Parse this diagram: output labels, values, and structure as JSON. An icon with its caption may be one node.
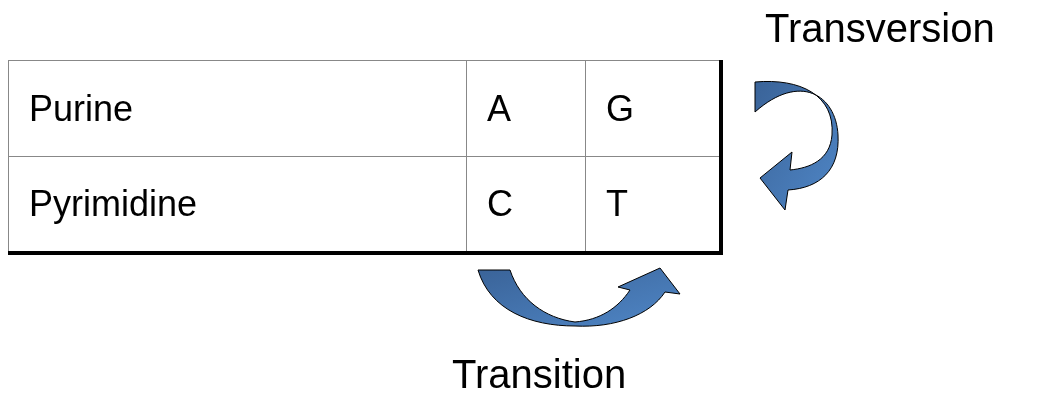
{
  "diagram": {
    "labels": [
      "Purine",
      "A",
      "G",
      "Pyrimidine",
      "C",
      "T",
      "Transversion",
      "Transition"
    ]
  }
}
